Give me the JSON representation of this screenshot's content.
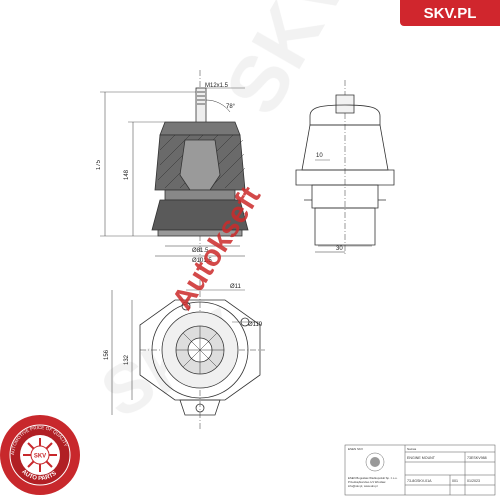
{
  "brand": {
    "label": "SKV.PL",
    "color": "#d0262d"
  },
  "watermark": {
    "text": "Autokseft"
  },
  "seal": {
    "center_text": "SKV",
    "ring_text_top": "AUTOMOTIVE PRICE OF QUALITY",
    "ring_text_bottom": "AUTO PARTS"
  },
  "dimensions": {
    "thread": "M12x1.5",
    "angle": "78°",
    "height_total": "175",
    "height_body": "148",
    "dia_inner": "Ø81.5",
    "dia_outer": "Ø101.5",
    "side_offset": "10",
    "side_width": "30",
    "hole_dia": "Ø11",
    "bolt_circle": "Ø119",
    "depth_outer": "156",
    "depth_inner": "132"
  },
  "title_block": {
    "company": "ESEN SKV",
    "company_lines": [
      "ESEN Bogusław Wielkopolski Sp. z o.o.",
      "Przedsiębiorstwo 1/1 Wrocław",
      "info@skv.pl, www.skv.pl"
    ],
    "name_label": "Nazwa",
    "name_value": "ENGINE MOUNT",
    "code_value": "73ESKV988",
    "part_number": "73-8GSKV-01A",
    "rev": "001",
    "date": "01/2023"
  },
  "colors": {
    "line": "#333333",
    "rubber": "#555555",
    "watermark": "#cc2a2a",
    "seal_red": "#c8282c"
  }
}
